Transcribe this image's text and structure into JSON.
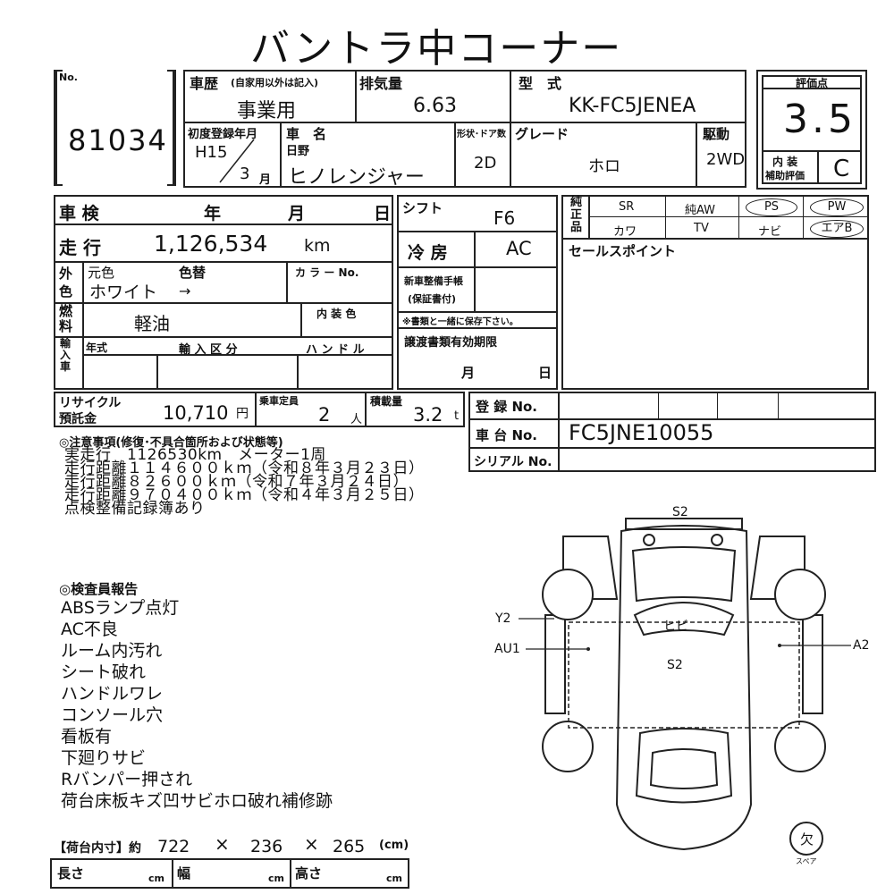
{
  "title": "バントラ中コーナー",
  "header": {
    "no_label": "No.",
    "lot_number": "81034",
    "history_label": "車歴",
    "history_note": "(自家用以外は記入)",
    "history_value": "事業用",
    "displacement_label": "排気量",
    "displacement_value": "6.63",
    "model_label": "型　式",
    "model_value": "KK-FC5JENEA",
    "score_label": "評価点",
    "score_value": "3.5",
    "first_reg_label": "初度登録年月",
    "first_reg_era": "H15",
    "first_reg_month": "3",
    "first_reg_month_unit": "月",
    "car_name_label": "車　名",
    "maker": "日野",
    "car_name": "ヒノレンジャー",
    "doors_label": "形状･ドア数",
    "doors_value": "2D",
    "grade_label": "グレード",
    "grade_value": "ホロ",
    "drive_label": "駆動",
    "drive_value": "2WD",
    "interior_label_1": "内 装",
    "interior_label_2": "補助評価",
    "interior_value": "C"
  },
  "row2": {
    "inspection_label": "車 検",
    "year_label": "年",
    "month_label": "月",
    "day_label": "日",
    "shift_label": "シフト",
    "shift_value": "F6",
    "mileage_label": "走 行",
    "mileage_value": "1,126,534",
    "mileage_unit": "km",
    "ac_label": "冷 房",
    "ac_value": "AC",
    "exterior_label": "外色",
    "orig_color_label": "元色",
    "color_change_label": "色替",
    "color_no_label": "カ ラ ー No.",
    "color_value": "ホワイト",
    "color_arrow": "→",
    "manual_label_1": "新車整備手帳",
    "manual_label_2": "(保証書付)",
    "manual_note": "※書類と一緒に保存下さい。",
    "fuel_label": "燃料",
    "fuel_value": "軽油",
    "interior_color_label": "内 装 色",
    "import_label": "輸入車",
    "import_year_label": "年式",
    "import_type_label": "輸 入 区 分",
    "handle_label": "ハ ン ド ル",
    "transfer_label": "譲渡書類有効期限",
    "transfer_month": "月",
    "transfer_day": "日",
    "equip_label": "純正品",
    "equipment": [
      "SR",
      "純AW",
      "PS",
      "PW",
      "カワ",
      "TV",
      "ナビ",
      "エアB"
    ],
    "sales_point_label": "セールスポイント"
  },
  "row3": {
    "recycle_label_1": "リサイクル",
    "recycle_label_2": "預託金",
    "recycle_value": "10,710",
    "recycle_unit": "円",
    "capacity_label": "乗車定員",
    "capacity_value": "2",
    "capacity_unit": "人",
    "load_label": "積載量",
    "load_value": "3.2",
    "load_unit": "t",
    "reg_label": "登 録 No.",
    "chassis_label": "車 台 No.",
    "chassis_value": "FC5JNE10055",
    "serial_label": "シリアル No."
  },
  "notes": {
    "title": "◎注意事項(修復･不具合箇所および状態等)",
    "lines": [
      "実走行　1126530km　メーター1周",
      "走行距離１１４６００ｋｍ（令和８年３月２３日）",
      "走行距離８２６００ｋｍ（令和７年３月２４日）",
      "走行距離９７０４００ｋｍ（令和４年３月２５日）",
      "点検整備記録簿あり"
    ]
  },
  "inspector": {
    "title": "◎検査員報告",
    "lines": [
      "ABSランプ点灯",
      "AC不良",
      "ルーム内汚れ",
      "シート破れ",
      "ハンドルワレ",
      "コンソール穴",
      "看板有",
      "下廻りサビ",
      "Rバンパー押され",
      "荷台床板キズ凹サビホロ破れ補修跡"
    ]
  },
  "cargo": {
    "title": "【荷台内寸】約",
    "length": "722",
    "width": "236",
    "height": "265",
    "times": "×",
    "unit": "(cm)",
    "length_label": "長さ",
    "width_label": "幅",
    "height_label": "高さ",
    "cm": "cm"
  },
  "diagram": {
    "top_mark": "S2",
    "windshield_mark": "ヒビ",
    "center_mark": "S2",
    "left_top": "Y2",
    "left_mid": "AU1",
    "right_mid": "A2",
    "spare_label": "欠",
    "spare_sub": "スペア"
  }
}
